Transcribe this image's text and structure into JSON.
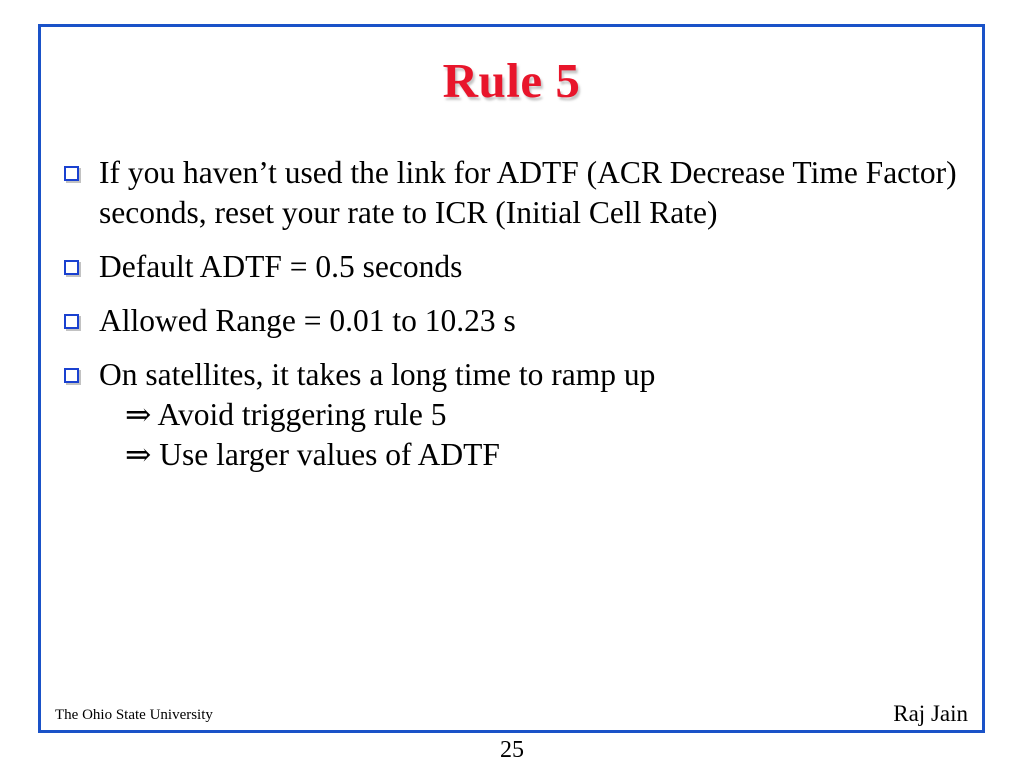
{
  "slide": {
    "title": "Rule 5",
    "title_color": "#e8152b",
    "border_color": "#1a52c8",
    "background_color": "#ffffff",
    "bullet_marker_color": "#1a41d0",
    "bullet_icon": "hollow-square-bullet",
    "bullets": [
      {
        "text": "If you haven’t used the link for ADTF (ACR Decrease Time Factor) seconds, reset your rate to ICR (Initial Cell Rate)",
        "sub_lines": []
      },
      {
        "text": "Default ADTF = 0.5 seconds",
        "sub_lines": []
      },
      {
        "text": "Allowed Range = 0.01 to 10.23 s",
        "sub_lines": []
      },
      {
        "text": "On satellites, it takes a long time to ramp up",
        "sub_lines": [
          "⇒ Avoid triggering rule 5",
          "⇒ Use larger values of ADTF"
        ]
      }
    ],
    "footer_left": "The Ohio State University",
    "footer_right": "Raj Jain",
    "page_number": "25"
  }
}
